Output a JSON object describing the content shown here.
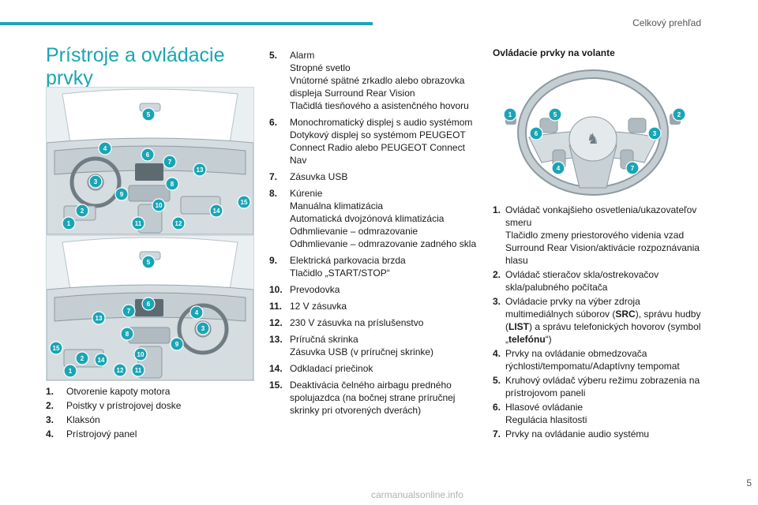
{
  "header": {
    "section_title": "Celkový prehľad",
    "page_number": "5"
  },
  "accent_color": "#1aa5b5",
  "main_title": "Prístroje a ovládacie prvky",
  "illustration_top": {
    "callouts": [
      "5",
      "4",
      "6",
      "7",
      "13",
      "3",
      "8",
      "9",
      "10",
      "2",
      "14",
      "15",
      "1",
      "11",
      "12"
    ]
  },
  "illustration_bottom": {
    "callouts": [
      "5",
      "6",
      "7",
      "4",
      "13",
      "3",
      "8",
      "9",
      "10",
      "15",
      "2",
      "14",
      "1",
      "12",
      "11"
    ]
  },
  "list_left": [
    {
      "num": "1.",
      "lines": [
        "Otvorenie kapoty motora"
      ]
    },
    {
      "num": "2.",
      "lines": [
        "Poistky v prístrojovej doske"
      ]
    },
    {
      "num": "3.",
      "lines": [
        "Klaksón"
      ]
    },
    {
      "num": "4.",
      "lines": [
        "Prístrojový panel"
      ]
    }
  ],
  "list_mid": [
    {
      "num": "5.",
      "lines": [
        "Alarm",
        "Stropné svetlo",
        "Vnútorné spätné zrkadlo alebo obrazovka displeja Surround Rear Vision",
        "Tlačidlá tiesňového a asistenčného hovoru"
      ]
    },
    {
      "num": "6.",
      "lines": [
        "Monochromatický displej s audio systémom",
        "Dotykový displej so systémom PEUGEOT Connect Radio alebo PEUGEOT Connect Nav"
      ]
    },
    {
      "num": "7.",
      "lines": [
        "Zásuvka USB"
      ]
    },
    {
      "num": "8.",
      "lines": [
        "Kúrenie",
        "Manuálna klimatizácia",
        "Automatická dvojzónová klimatizácia",
        "Odhmlievanie – odmrazovanie",
        "Odhmlievanie – odmrazovanie zadného skla"
      ]
    },
    {
      "num": "9.",
      "lines": [
        "Elektrická parkovacia brzda",
        "Tlačidlo „START/STOP“"
      ]
    },
    {
      "num": "10.",
      "lines": [
        "Prevodovka"
      ]
    },
    {
      "num": "11.",
      "lines": [
        "12 V zásuvka"
      ]
    },
    {
      "num": "12.",
      "lines": [
        "230 V zásuvka na príslušenstvo"
      ]
    },
    {
      "num": "13.",
      "lines": [
        "Príručná skrinka",
        "Zásuvka USB (v príručnej skrinke)"
      ]
    },
    {
      "num": "14.",
      "lines": [
        "Odkladací priečinok"
      ]
    },
    {
      "num": "15.",
      "lines": [
        "Deaktivácia čelného airbagu predného spolujazdca (na bočnej strane príručnej skrinky pri otvorených dverách)"
      ]
    }
  ],
  "steering_heading": "Ovládacie prvky na volante",
  "steering_callouts": [
    "1",
    "5",
    "2",
    "6",
    "3",
    "4",
    "7"
  ],
  "list_right": {
    "i1": {
      "num": "1.",
      "l1": "Ovládač vonkajšieho osvetlenia/ukazovateľov smeru",
      "l2": "Tlačidlo zmeny priestorového videnia vzad Surround Rear Vision/aktivácie rozpoznávania hlasu"
    },
    "i2": {
      "num": "2.",
      "l1": "Ovládač stieračov skla/ostrekovačov skla/palubného počítača"
    },
    "i3": {
      "num": "3.",
      "pre": "Ovládacie prvky na výber zdroja multimediálnych súborov (",
      "b1": "SRC",
      "mid1": "), správu hudby (",
      "b2": "LIST",
      "mid2": ") a správu telefonických hovorov (symbol „",
      "b3": "telefónu",
      "post": "“)"
    },
    "i4": {
      "num": "4.",
      "l1": "Prvky na ovládanie obmedzovača rýchlosti/tempomatu/Adaptívny tempomat"
    },
    "i5": {
      "num": "5.",
      "l1": "Kruhový ovládač výberu režimu zobrazenia na prístrojovom paneli"
    },
    "i6": {
      "num": "6.",
      "l1": "Hlasové ovládanie",
      "l2": "Regulácia hlasitosti"
    },
    "i7": {
      "num": "7.",
      "l1": "Prvky na ovládanie audio systému"
    }
  },
  "watermark": "carmanualsonline.info"
}
